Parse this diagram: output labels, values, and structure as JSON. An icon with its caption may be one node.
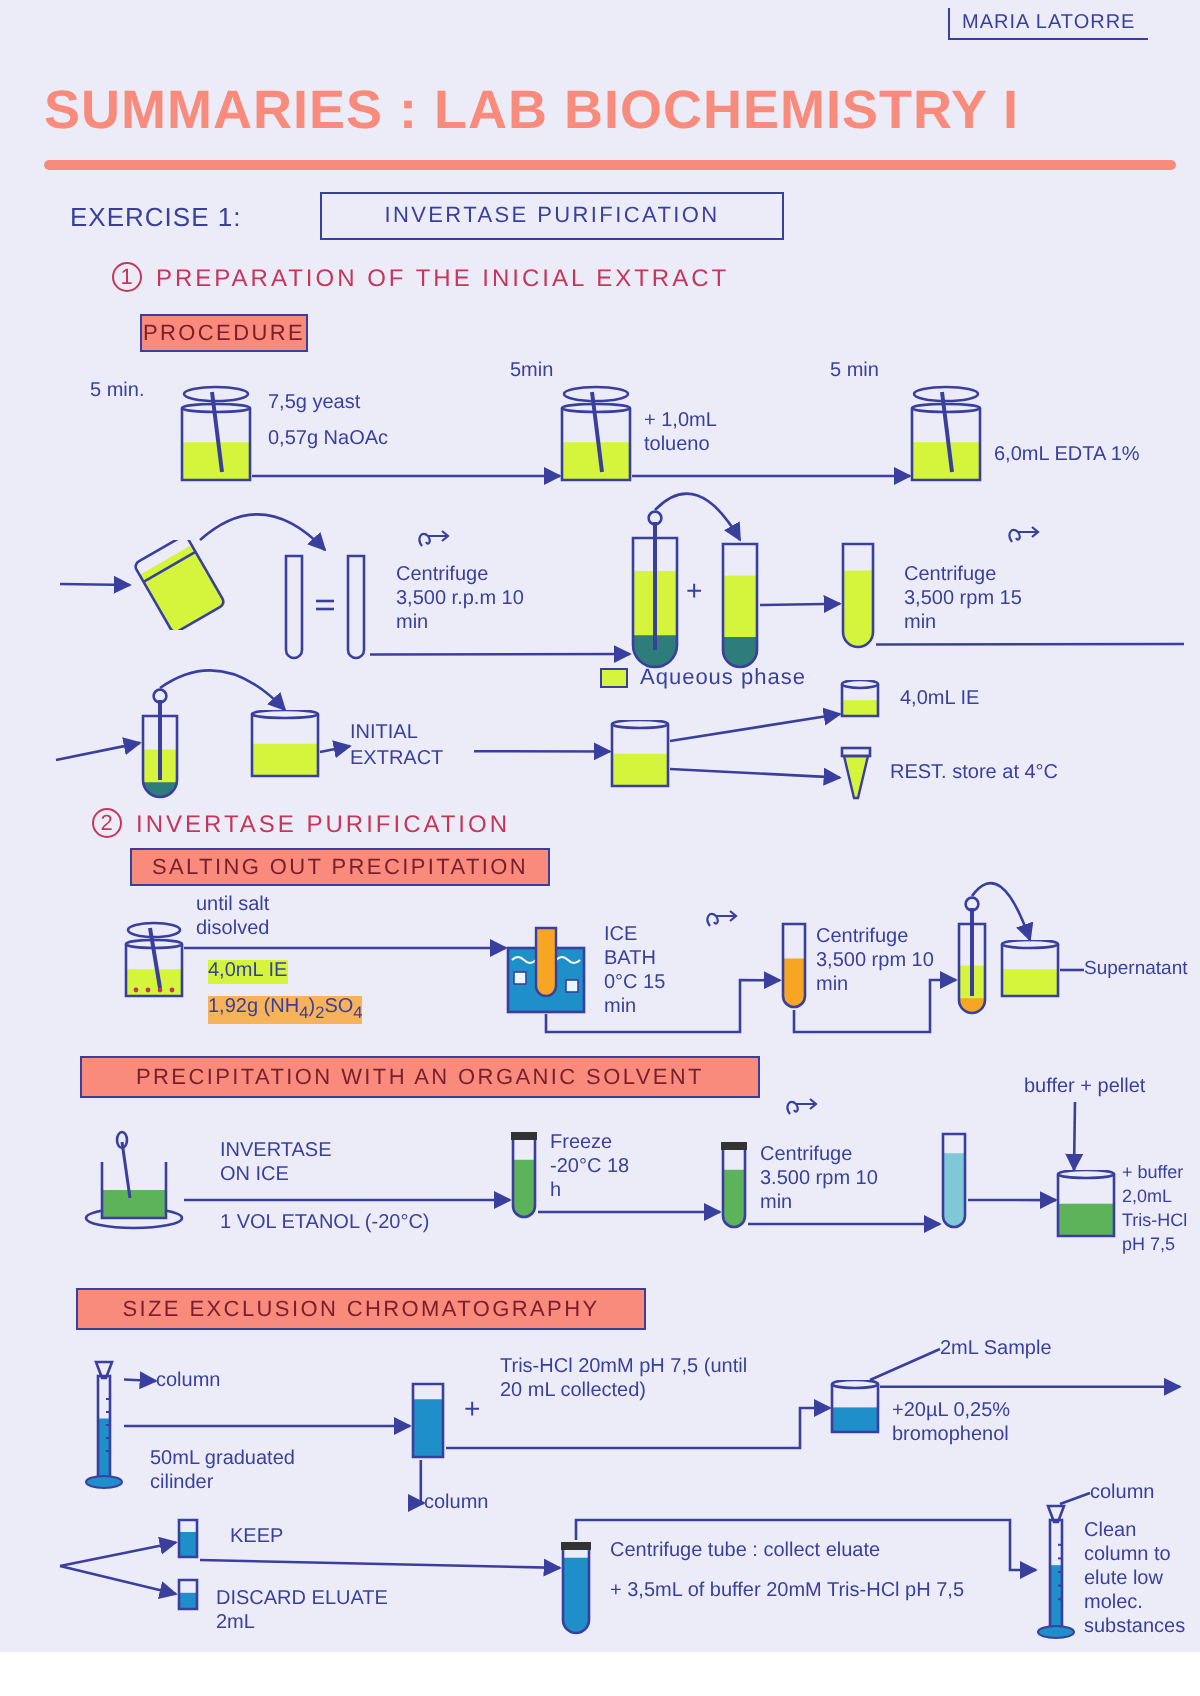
{
  "diagram": {
    "title": "SUMMARIES : LAB BIOCHEMISTRY I",
    "nodes": [
      {
        "text": [
          "INVERTASE PURIFICATION"
        ]
      },
      {
        "text": [
          "PROCEDURE"
        ]
      },
      {
        "text": [],
        "shape": "picture",
        "beside": [
          "5 min.",
          "7,5g yeast",
          "0,57g NaOAc"
        ]
      },
      {
        "text": [],
        "shape": "picture",
        "beside": [
          "5min",
          "+ 1,0mL tolueno"
        ]
      },
      {
        "text": [],
        "shape": "picture",
        "beside": [
          "5 min",
          "6,0mL EDTA 1%"
        ]
      },
      {
        "text": [],
        "shape": "picture"
      },
      {
        "text": [],
        "shape": "picture",
        "beside": [
          "Centrifuge 3,500 r.p.m 10 min"
        ]
      },
      {
        "text": [],
        "shape": "picture"
      },
      {
        "text": [],
        "shape": "picture"
      },
      {
        "text": [],
        "shape": "picture",
        "beside": [
          "Centrifuge 3,500 rpm 15 min"
        ]
      },
      {
        "text": [],
        "shape": "picture"
      },
      {
        "text": [],
        "shape": "picture"
      },
      {
        "text": [
          "INITIAL EXTRACT"
        ]
      },
      {
        "text": [],
        "shape": "picture"
      },
      {
        "text": [],
        "shape": "picture",
        "beside": [
          "4,0mL IE"
        ]
      },
      {
        "text": [],
        "shape": "picture",
        "beside": [
          "REST. store at 4°C"
        ]
      },
      {
        "text": [
          "SALTING OUT PRECIPITATION"
        ]
      },
      {
        "text": [],
        "shape": "picture",
        "beside": [
          "until salt disolved",
          "4,0mL IE",
          "1,92g (NH$_{4}$)$_{2}$SO$_{4}$"
        ]
      },
      {
        "text": [],
        "shape": "picture",
        "beside": [
          "ICE BATH 0°C 15 min"
        ]
      },
      {
        "text": [],
        "shape": "picture",
        "beside": [
          "Centrifuge 3,500 rpm 10 min"
        ]
      },
      {
        "text": [],
        "shape": "picture"
      },
      {
        "text": [],
        "shape": "picture"
      },
      {
        "text": [
          "Supernatant"
        ]
      },
      {
        "text": [
          "PRECIPITATION WITH AN ORGANIC SOLVENT"
        ]
      },
      {
        "text": [],
        "shape": "picture",
        "beside": [
          "INVERTASE ON ICE",
          "1 VOL ETANOL (-20°C)"
        ]
      },
      {
        "text": [],
        "shape": "picture",
        "beside": [
          "Freeze -20°C 18 h"
        ]
      },
      {
        "text": [],
        "shape": "picture",
        "beside": [
          "Centrifuge 3.500 rpm 10 min"
        ]
      },
      {
        "text": [],
        "shape": "picture"
      },
      {
        "text": [],
        "shape": "picture",
        "beside": [
          "+ buffer 2,0mL Tris-HCl pH 7,5"
        ]
      },
      {
        "text": [
          "buffer + pellet"
        ]
      },
      {
        "text": [
          "SIZE EXCLUSION CHROMATOGRAPHY"
        ]
      },
      {
        "text": [],
        "shape": "picture",
        "beside": [
          "50mL graduated cilinder"
        ]
      },
      {
        "text": [
          "column"
        ]
      },
      {
        "text": [],
        "shape": "picture",
        "beside": [
          "+",
          "Tris-HCl 20mM pH 7,5 (until 20 mL collected)"
        ]
      },
      {
        "text": [
          "column"
        ]
      },
      {
        "text": [],
        "shape": "picture",
        "beside": [
          "+20µL 0,25% bromophenol"
        ]
      },
      {
        "text": [
          "2mL Sample"
        ]
      },
      {
        "text": [
          "column"
        ]
      },
      {
        "text": [],
        "shape": "picture",
        "beside": [
          "KEEP"
        ]
      },
      {
        "text": [],
        "shape": "picture",
        "beside": [
          "DISCARD ELUATE 2mL"
        ]
      },
      {
        "text": [],
        "shape": "picture",
        "beside": [
          "Centrifuge tube : collect eluate",
          "+ 3,5mL of buffer 20mM Tris-HCl pH 7,5"
        ]
      },
      {
        "text": [],
        "shape": "picture",
        "beside": [
          "Clean column to elute low molec. substances"
        ]
      }
    ],
    "edges": [
      {
        "from": 2,
        "to": 3,
        "arrow": "to"
      },
      {
        "from": 3,
        "to": 4,
        "arrow": "to"
      },
      {
        "from": null,
        "to": 5,
        "arrow": "to"
      },
      {
        "from": 5,
        "to": 6,
        "arrow": "to"
      },
      {
        "from": 6,
        "to": 7,
        "arrow": "to"
      },
      {
        "from": 7,
        "to": 8,
        "arrow": "to"
      },
      {
        "from": 8,
        "to": 9,
        "arrow": "to"
      },
      {
        "from": 9,
        "to": null,
        "arrow": "none"
      },
      {
        "from": null,
        "to": 10,
        "arrow": "to"
      },
      {
        "from": 10,
        "to": 11,
        "arrow": "to"
      },
      {
        "from": 11,
        "to": 12,
        "arrow": "to"
      },
      {
        "from": 12,
        "to": 13,
        "arrow": "to"
      },
      {
        "from": 13,
        "to": 14,
        "arrow": "to"
      },
      {
        "from": 13,
        "to": 15,
        "arrow": "to"
      },
      {
        "from": 17,
        "to": 18,
        "arrow": "to"
      },
      {
        "from": 18,
        "to": 19,
        "arrow": "to"
      },
      {
        "from": 19,
        "to": 20,
        "arrow": "to"
      },
      {
        "from": 20,
        "to": 21,
        "arrow": "to"
      },
      {
        "from": 21,
        "to": 22,
        "arrow": "none"
      },
      {
        "from": 24,
        "to": 25,
        "arrow": "to"
      },
      {
        "from": 25,
        "to": 26,
        "arrow": "to"
      },
      {
        "from": 26,
        "to": 27,
        "arrow": "to"
      },
      {
        "from": 27,
        "to": 28,
        "arrow": "to"
      },
      {
        "from": 29,
        "to": 28,
        "arrow": "to"
      },
      {
        "from": 31,
        "to": 32,
        "arrow": "to"
      },
      {
        "from": 31,
        "to": 33,
        "arrow": "to"
      },
      {
        "from": 33,
        "to": 34,
        "arrow": "to"
      },
      {
        "from": 33,
        "to": 35,
        "arrow": "to"
      },
      {
        "from": 36,
        "to": 35,
        "arrow": "none"
      },
      {
        "from": 35,
        "to": null,
        "arrow": "to"
      },
      {
        "from": null,
        "to": 38,
        "arrow": "to"
      },
      {
        "from": null,
        "to": 39,
        "arrow": "to"
      },
      {
        "from": 38,
        "to": 40,
        "arrow": "to"
      },
      {
        "from": 40,
        "to": 41,
        "arrow": "to"
      },
      {
        "from": 41,
        "to": 37,
        "arrow": "none"
      }
    ],
    "labels": [
      "MARIA LATORRE",
      "EXERCISE 1:",
      "1",
      "PREPARATION OF THE INICIAL EXTRACT",
      "+",
      "2",
      "INVERTASE PURIFICATION"
    ],
    "legend": [
      {
        "text": "Aqueous phase",
        "color": "#d4f53c"
      }
    ]
  }
}
